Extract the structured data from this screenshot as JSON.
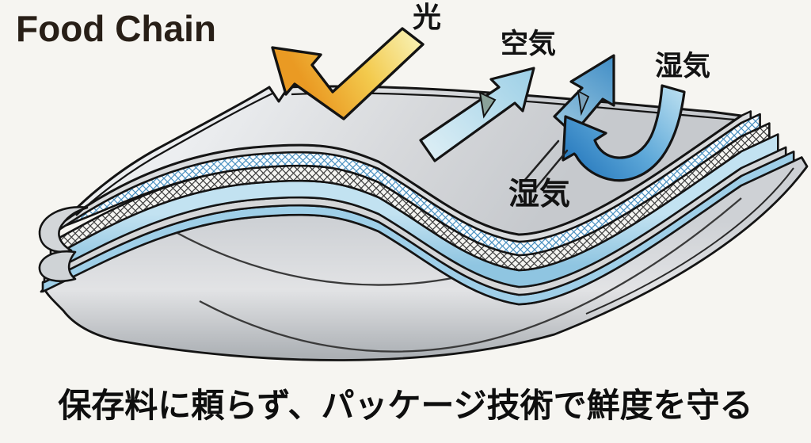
{
  "title": "Food Chain",
  "labels": {
    "light": "光",
    "air": "空気",
    "moisture_top": "湿気",
    "moisture_surface": "湿気"
  },
  "caption": "保存料に頼らず、パッケージ技術で鮮度を守る",
  "colors": {
    "background": "#f6f5f1",
    "title_text": "#281f17",
    "label_text": "#121212",
    "caption_text": "#0e0e0e",
    "light_arrow": "#ea9a23",
    "air_arrow": "#9fd1e7",
    "moisture_arrow": "#4590c7",
    "moisture_return_arrow": "#2d7ec0",
    "film_surface": "#d6d8da",
    "mesh_blue": "#4a90c0",
    "mesh_gray": "#3d3d3d",
    "sealant_blue": "#a7d3ea",
    "outline": "#141414"
  }
}
